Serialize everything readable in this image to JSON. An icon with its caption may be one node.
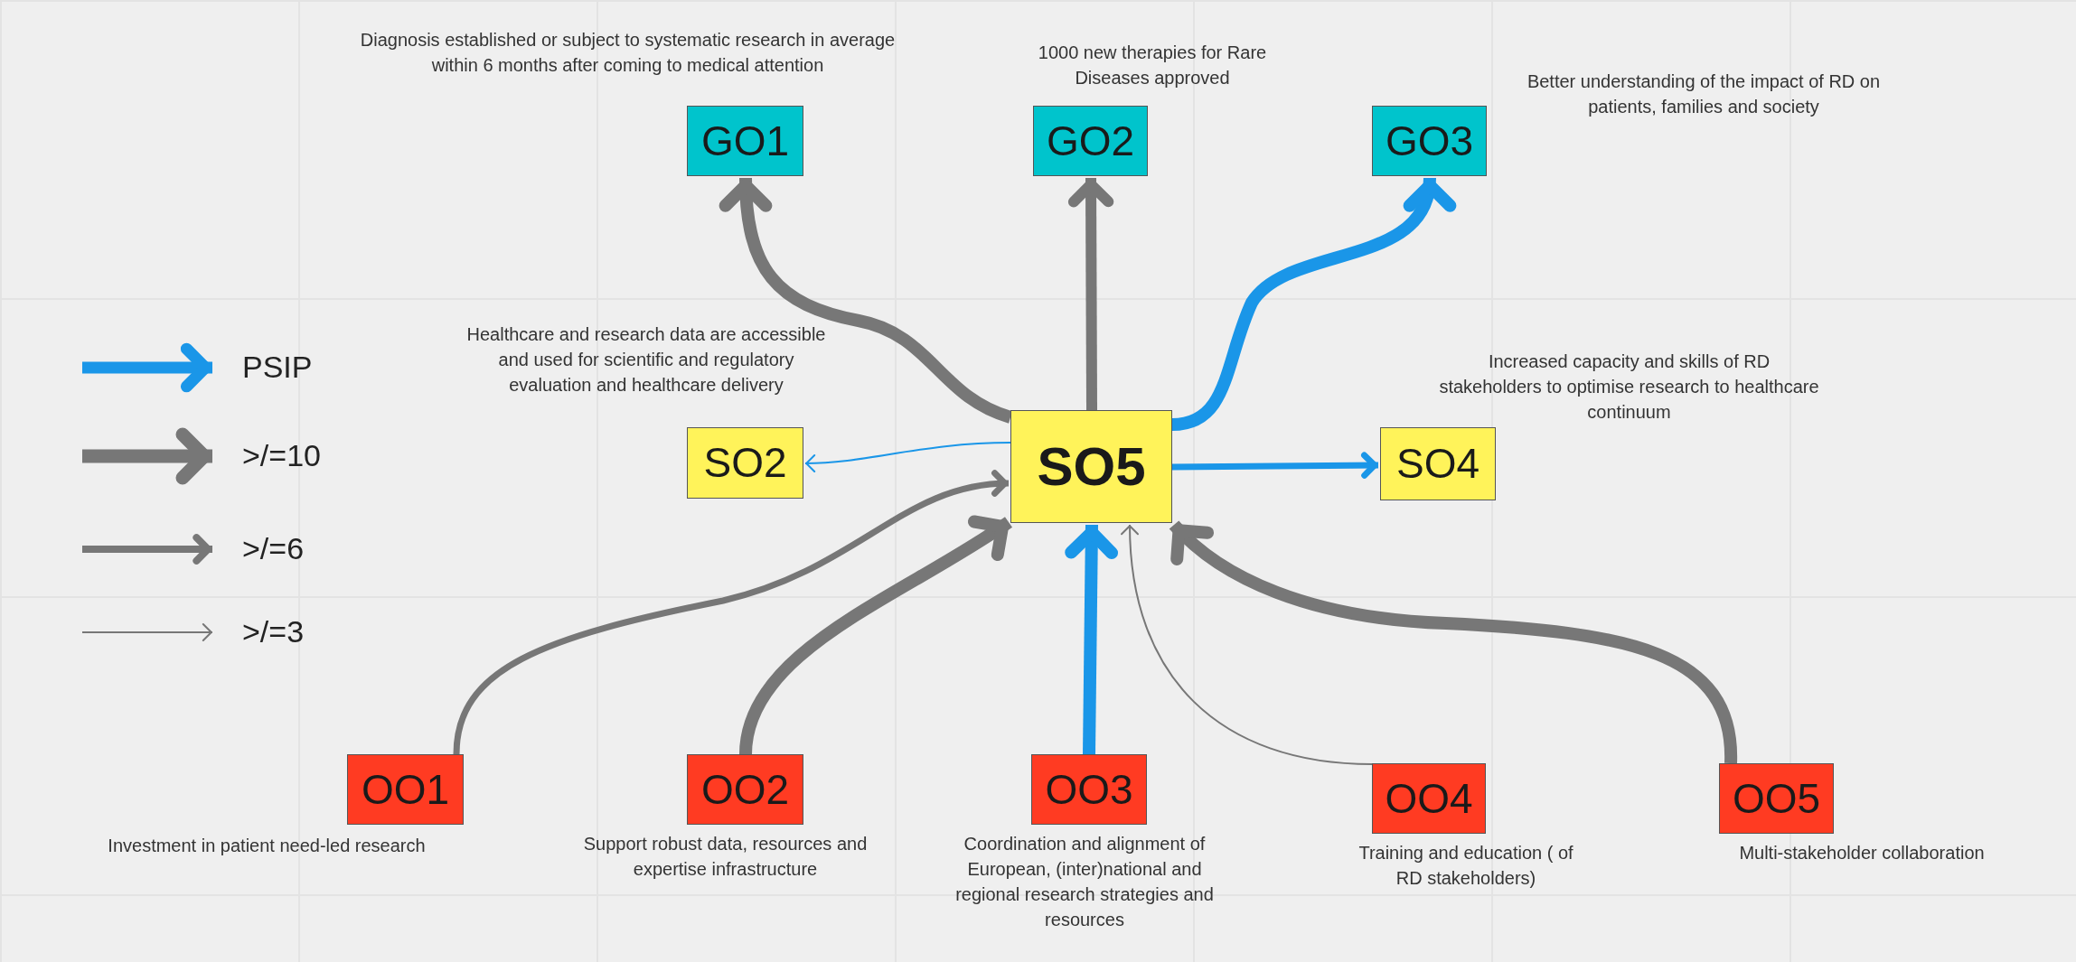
{
  "diagram": {
    "nodes": [
      {
        "text": [
          "GO1"
        ],
        "beside": [
          "Diagnosis established or subject to systematic research in average within 6 months after coming to medical attention"
        ]
      },
      {
        "text": [
          "GO2"
        ],
        "beside": [
          "1000 new therapies for Rare Diseases approved"
        ]
      },
      {
        "text": [
          "GO3"
        ],
        "beside": [
          "Better understanding of the impact of RD on patients, families and society"
        ]
      },
      {
        "text": [
          "SO2"
        ],
        "beside": [
          "Healthcare and research data are accessible and used for scientific and regulatory evaluation and healthcare delivery"
        ]
      },
      {
        "text": [
          "SO5"
        ]
      },
      {
        "text": [
          "SO4"
        ],
        "beside": [
          "Increased capacity and skills of RD stakeholders to optimise research to healthcare continuum"
        ]
      },
      {
        "text": [
          "OO1"
        ],
        "beside": [
          "Investment in patient need-led research"
        ]
      },
      {
        "text": [
          "OO2"
        ],
        "beside": [
          "Support robust data, resources and expertise infrastructure"
        ]
      },
      {
        "text": [
          "OO3"
        ],
        "beside": [
          "Coordination and alignment of European, (inter)national and regional research strategies and resources"
        ]
      },
      {
        "text": [
          "OO4"
        ],
        "beside": [
          "Training and education ( of RD stakeholders)"
        ]
      },
      {
        "text": [
          "OO5"
        ],
        "beside": [
          "Multi-stakeholder collaboration"
        ]
      }
    ],
    "edges": [
      {
        "from": 4,
        "to": 0,
        "arrow": "to"
      },
      {
        "from": 4,
        "to": 1,
        "arrow": "to"
      },
      {
        "from": 4,
        "to": 2,
        "arrow": "to",
        "color": "#1a96e8"
      },
      {
        "from": 4,
        "to": 3,
        "arrow": "to",
        "color": "#1a96e8"
      },
      {
        "from": 4,
        "to": 5,
        "arrow": "to",
        "color": "#1a96e8"
      },
      {
        "from": 6,
        "to": 4,
        "arrow": "to"
      },
      {
        "from": 7,
        "to": 4,
        "arrow": "to"
      },
      {
        "from": 8,
        "to": 4,
        "arrow": "to",
        "color": "#1a96e8"
      },
      {
        "from": 9,
        "to": 4,
        "arrow": "to"
      },
      {
        "from": 10,
        "to": 4,
        "arrow": "to"
      }
    ],
    "legend": [
      {
        "text": "PSIP"
      },
      {
        "text": ">/=10"
      },
      {
        "text": ">/=6"
      },
      {
        "text": ">/=3"
      }
    ]
  }
}
